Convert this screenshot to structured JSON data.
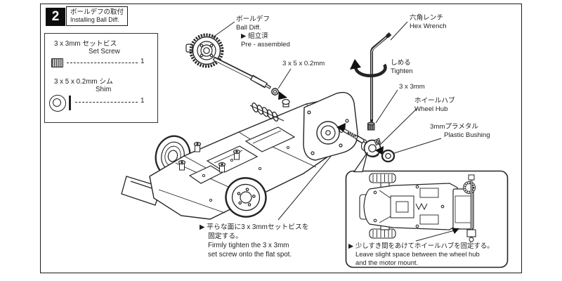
{
  "page": {
    "step_number": "2",
    "title_jp": "ボールデフの取付",
    "title_en": "Installing Ball Diff."
  },
  "parts_box": {
    "items": [
      {
        "name_jp": "3 x 3mm セットビス",
        "name_en": "Set Screw",
        "icon": "set-screw-icon",
        "qty": "1"
      },
      {
        "name_jp": "3 x 5 x 0.2mm シム",
        "name_en": "Shim",
        "icon": "shim-icon",
        "qty": "1"
      }
    ]
  },
  "labels": {
    "ball_diff_jp": "ボールデフ",
    "ball_diff_en": "Ball Diff.",
    "ball_diff_note_jp": "▶ 組立済",
    "ball_diff_note_en": "Pre - assembled",
    "shim_size": "3 x 5 x 0.2mm",
    "hex_wrench_jp": "六角レンチ",
    "hex_wrench_en": "Hex Wrench",
    "tighten_jp": "しめる",
    "tighten_en": "Tighten",
    "set_screw_size": "3 x 3mm",
    "wheel_hub_jp": "ホイールハブ",
    "wheel_hub_en": "Wheel Hub",
    "plastic_bushing_jp": "3mmプラメタル",
    "plastic_bushing_en": "Plastic Bushing"
  },
  "notes": {
    "flat_spot_jp1": "▶ 平らな面に3 x 3mmセットビスを",
    "flat_spot_jp2": "固定する。",
    "flat_spot_en1": "Firmly tighten the 3 x 3mm",
    "flat_spot_en2": "set screw onto the flat spot.",
    "inset_jp": "▶ 少しすき間をあけてホイールハブを固定する。",
    "inset_en1": "Leave slight space between the wheel hub",
    "inset_en2": "and the motor mount."
  },
  "colors": {
    "line": "#222222",
    "background": "#ffffff"
  }
}
